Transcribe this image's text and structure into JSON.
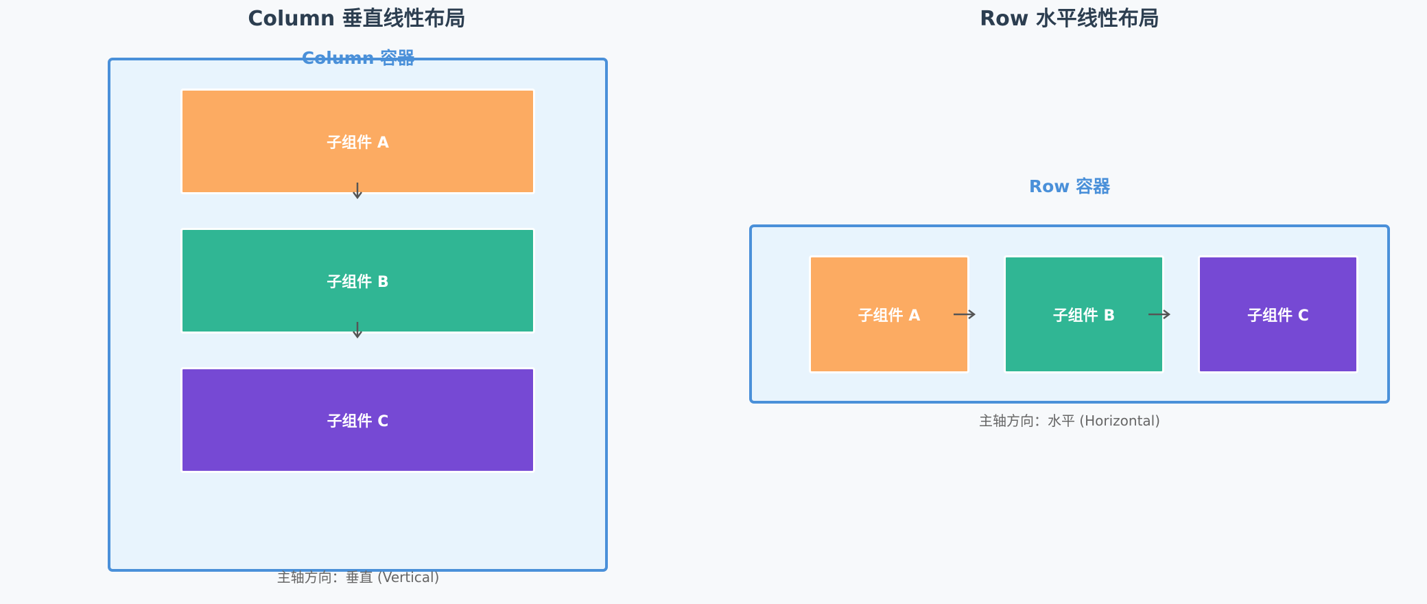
{
  "colors": {
    "container_border": "#4a90d9",
    "container_fill": "#e8f4fd",
    "child_a": "#fcab62",
    "child_b": "#30b694",
    "child_c": "#7649d4",
    "title": "#2c3e50",
    "arrow": "#555555",
    "caption": "#666666"
  },
  "column": {
    "title": "Column 垂直线性布局",
    "container_label": "Column 容器",
    "children": [
      {
        "label": "子组件 A"
      },
      {
        "label": "子组件 B"
      },
      {
        "label": "子组件 C"
      }
    ],
    "caption": "主轴方向：垂直 (Vertical)"
  },
  "row": {
    "title": "Row 水平线性布局",
    "container_label": "Row 容器",
    "children": [
      {
        "label": "子组件 A"
      },
      {
        "label": "子组件 B"
      },
      {
        "label": "子组件 C"
      }
    ],
    "caption": "主轴方向：水平 (Horizontal)"
  }
}
